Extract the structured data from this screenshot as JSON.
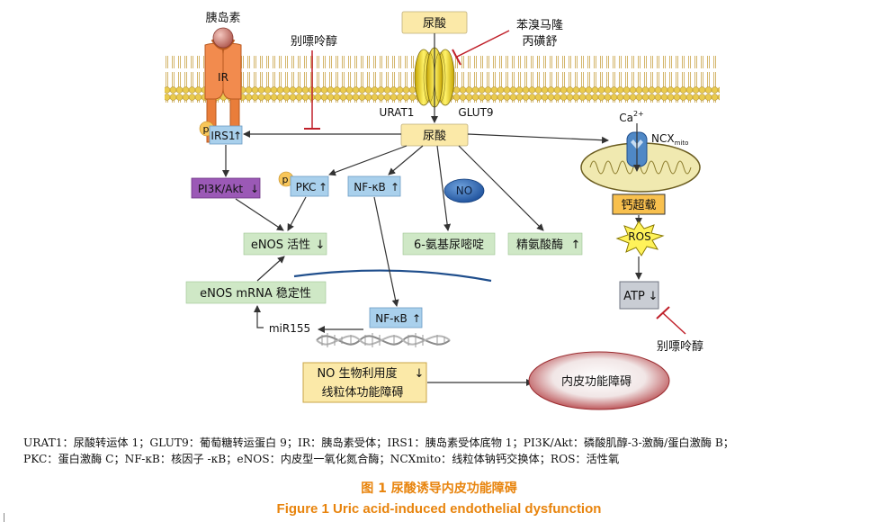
{
  "labels": {
    "insulin": "胰岛素",
    "ir": "IR",
    "allopurinol": "别嘌呤醇",
    "uric_acid_top": "尿酸",
    "benzbromarone_1": "苯溴马隆",
    "benzbromarone_2": "丙磺舒",
    "urat1": "URAT1",
    "glut9": "GLUT9",
    "uric_acid_mid": "尿酸",
    "p": "p",
    "irs1": "IRS1",
    "ca2": "Ca",
    "ca2_sup": "2+",
    "ncx": "NCX",
    "ncx_sub": "mito",
    "pi3k": "PI3K/Akt",
    "pkc": "PKC",
    "nfkb1": "NF-κB",
    "no": "NO",
    "calcium_overload": "钙超载",
    "ros": "ROS",
    "enos_activity": "eNOS 活性",
    "aminopyrimidine": "6-氨基尿嘧啶",
    "arginase": "精氨酸酶",
    "enos_mrna": "eNOS mRNA 稳定性",
    "atp": "ATP",
    "nfkb2": "NF-κB",
    "mir155": "miR155",
    "allopurinol_2": "别嘌呤醇",
    "no_bio_1": "NO 生物利用度",
    "no_bio_2": "线粒体功能障碍",
    "endothelial_dysfunction": "内皮功能障碍"
  },
  "arrows": {
    "irs1": "up",
    "pi3k": "down",
    "pkc": "up",
    "nfkb1": "up",
    "enos_activity": "down",
    "arginase": "up",
    "atp": "down",
    "nfkb2": "up",
    "no_bio": "down"
  },
  "legend": {
    "line1": "URAT1：尿酸转运体 1；GLUT9：葡萄糖转运蛋白 9；IR：胰岛素受体；IRS1：胰岛素受体底物 1；PI3K/Akt：磷酸肌醇-3-激酶/蛋白激酶 B；",
    "line2": "PKC：蛋白激酶 C；NF-κB：核因子 -κB；eNOS：内皮型一氧化氮合酶；NCXmito：线粒体钠钙交换体；ROS：活性氧"
  },
  "caption": {
    "cn": "图 1  尿酸诱导内皮功能障碍",
    "en": "Figure 1  Uric acid-induced endothelial dysfunction"
  },
  "colors": {
    "blue_box": "#a9d0ec",
    "green_box": "#cfe8c6",
    "yellow_box": "#fbe9a8",
    "purple_box": "#9b59b6",
    "membrane_head": "#e9c948",
    "ir_receptor": "#f08a4b",
    "transporter": "#f1eb3a",
    "inhibitor_red": "#c0202a",
    "caption": "#e8840d"
  }
}
